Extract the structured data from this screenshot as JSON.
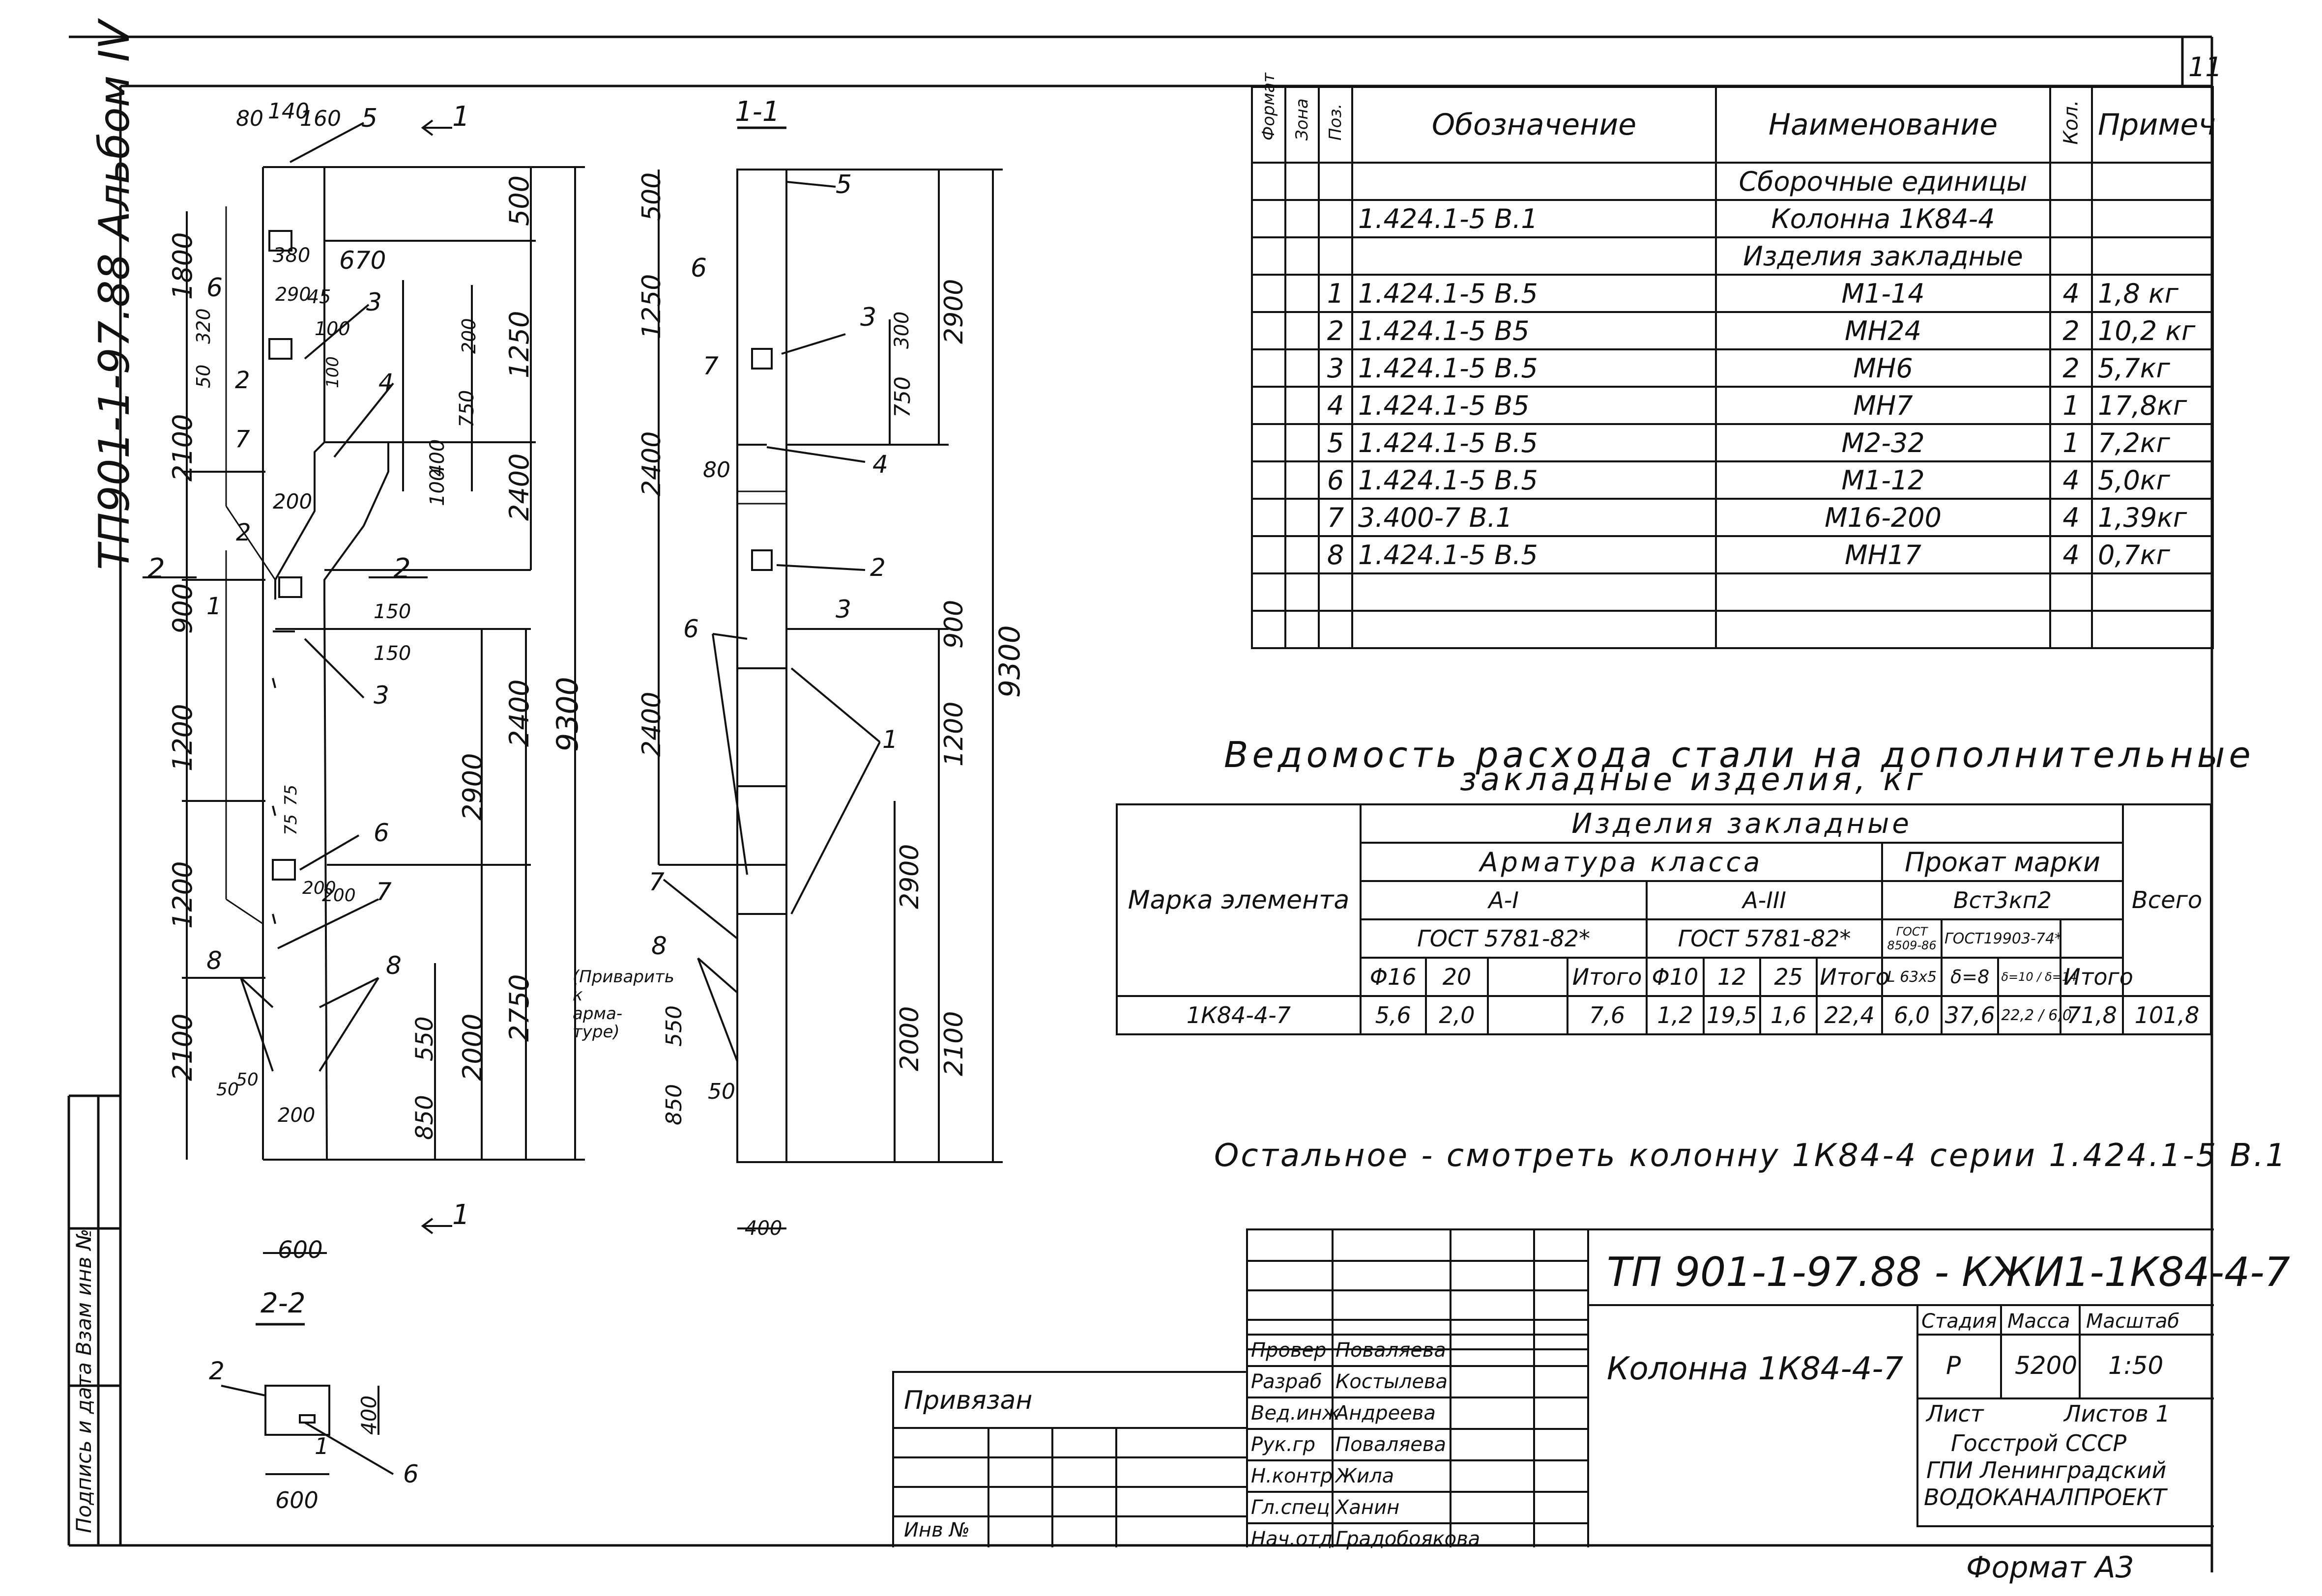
{
  "sheet_number": "11",
  "album_label": "ТП901-1-97.88  Альбом IV",
  "drawing": {
    "main_dims": [
      "80",
      "140",
      "160",
      "5",
      "500",
      "1800",
      "380",
      "670",
      "6",
      "1250",
      "290",
      "45",
      "3",
      "320",
      "100",
      "50",
      "200",
      "2",
      "7",
      "2100",
      "400",
      "750",
      "4",
      "2400",
      "100",
      "100",
      "200",
      "2",
      "1",
      "900",
      "150",
      "150",
      "3",
      "9300",
      "2400",
      "1200",
      "2900",
      "75",
      "75",
      "6",
      "200",
      "1200",
      "200",
      "7",
      "8",
      "8",
      "2100",
      "50",
      "50",
      "550",
      "2000",
      "2750",
      "850",
      "200",
      "600"
    ],
    "section_labels": [
      "1",
      "1",
      "2",
      "2",
      "1",
      "1"
    ],
    "section_11_title": "1-1",
    "section_22_title": "2-2",
    "section_11_dims": [
      "500",
      "5",
      "1250",
      "6",
      "3",
      "2900",
      "7",
      "300",
      "750",
      "2400",
      "80",
      "4",
      "2",
      "3",
      "900",
      "6",
      "9300",
      "1200",
      "1",
      "2400",
      "2900",
      "7",
      "8",
      "550",
      "2000",
      "2100",
      "850",
      "50",
      "400"
    ],
    "weld_note": "(Приварить к арма- туре)",
    "section_22_dims": [
      "2",
      "400",
      "1",
      "6",
      "600"
    ]
  },
  "spec": {
    "headers": [
      "Формат",
      "Зона",
      "Поз.",
      "Обозначение",
      "Наименование",
      "Кол.",
      "Примеч"
    ],
    "rows": [
      [
        "",
        "",
        "",
        "",
        "Сборочные единицы",
        "",
        ""
      ],
      [
        "",
        "",
        "",
        "1.424.1-5  В.1",
        "Колонна  1К84-4",
        "",
        ""
      ],
      [
        "",
        "",
        "",
        "",
        "Изделия закладные",
        "",
        ""
      ],
      [
        "",
        "",
        "1",
        "1.424.1-5  В.5",
        "М1-14",
        "4",
        "1,8 кг"
      ],
      [
        "",
        "",
        "2",
        "1.424.1-5  В5",
        "МН24",
        "2",
        "10,2 кг"
      ],
      [
        "",
        "",
        "3",
        "1.424.1-5  В.5",
        "МН6",
        "2",
        "5,7кг"
      ],
      [
        "",
        "",
        "4",
        "1.424.1-5  В5",
        "МН7",
        "1",
        "17,8кг"
      ],
      [
        "",
        "",
        "5",
        "1.424.1-5  В.5",
        "М2-32",
        "1",
        "7,2кг"
      ],
      [
        "",
        "",
        "6",
        "1.424.1-5  В.5",
        "М1-12",
        "4",
        "5,0кг"
      ],
      [
        "",
        "",
        "7",
        "3.400-7  В.1",
        "М16-200",
        "4",
        "1,39кг"
      ],
      [
        "",
        "",
        "8",
        "1.424.1-5  В.5",
        "МН17",
        "4",
        "0,7кг"
      ],
      [
        "",
        "",
        "",
        "",
        "",
        "",
        ""
      ],
      [
        "",
        "",
        "",
        "",
        "",
        "",
        ""
      ]
    ]
  },
  "steel": {
    "title_line1": "Ведомость расхода стали на дополнительные",
    "title_line2": "закладные изделия, кг",
    "h_mark": "Марка элемента",
    "h_items": "Изделия закладные",
    "h_rebar": "Арматура класса",
    "h_rolled": "Прокат марки",
    "h_total": "Всего",
    "h_ai": "А-I",
    "h_aiii": "А-III",
    "h_vst": "Вст3кп2",
    "h_gost1": "ГОСТ 5781-82*",
    "h_gost2": "ГОСТ 5781-82*",
    "h_gost3": "ГОСТ 8509-86",
    "h_gost4": "ГОСТ19903-74*",
    "cols": [
      "Φ16",
      "20",
      "",
      "Итого",
      "Φ10",
      "12",
      "25",
      "Итого",
      "L 63x5",
      "δ=8",
      "δ=10 / δ=14",
      "Итого"
    ],
    "row": [
      "1К84-4-7",
      "5,6",
      "2,0",
      "",
      "7,6",
      "1,2",
      "19,5",
      "1,6",
      "22,4",
      "6,0",
      "37,6",
      "22,2 / 6,0",
      "71,8",
      "101,8"
    ]
  },
  "note": "Остальное - смотреть колонну 1К84-4 серии 1.424.1-5 В.1",
  "privyazan": "Привязан",
  "inv": "Инв №",
  "title_block": {
    "code": "ТП 901-1-97.88 - КЖИ1-1К84-4-7",
    "name": "Колонна 1К84-4-7",
    "stage_h": "Стадия",
    "mass_h": "Масса",
    "scale_h": "Масштаб",
    "stage": "Р",
    "mass": "5200",
    "scale": "1:50",
    "sheet_label": "Лист",
    "sheets_label": "Листов 1",
    "org1": "Госстрой СССР",
    "org2": "ГПИ Ленинградский",
    "org3": "ВОДОКАНАЛПРОЕКТ",
    "roles": [
      [
        "Провер",
        "Поваляева"
      ],
      [
        "Разраб",
        "Костылева"
      ],
      [
        "Вед.инж",
        "Андреева"
      ],
      [
        "Рук.гр",
        "Поваляева"
      ],
      [
        "Н.контр",
        "Жила"
      ],
      [
        "Гл.спец",
        "Ханин"
      ],
      [
        "Нач.отд",
        "Градобоякова"
      ]
    ]
  },
  "format": "Формат А3",
  "left_stamp": "Подпись и дата  Взам инв №"
}
